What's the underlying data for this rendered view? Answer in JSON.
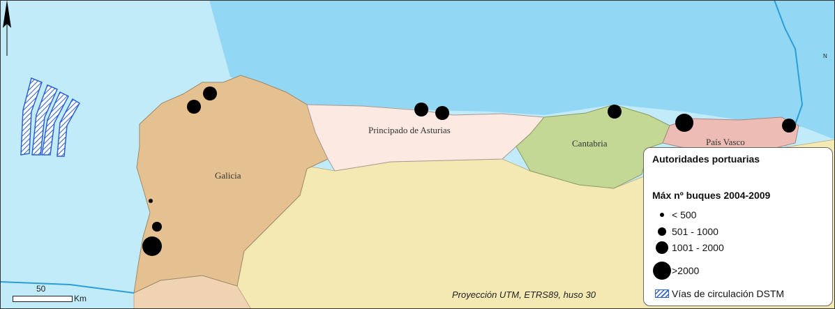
{
  "map": {
    "regions": [
      {
        "id": "galicia",
        "label": "Galicia",
        "color": "#e5c090"
      },
      {
        "id": "asturias",
        "label": "Principado de Asturias",
        "color": "#fbe9e2"
      },
      {
        "id": "cantabria",
        "label": "Cantabria",
        "color": "#c4d896"
      },
      {
        "id": "pais-vasco",
        "label": "País Vasco",
        "color": "#ecbcb5"
      }
    ],
    "colors": {
      "sea": "#c2ebfa",
      "coastal_sea": "#92d7f3",
      "land_other": "#f5e9b3",
      "portugal": "#f0d3b3",
      "boundary_line": "#2a9fd6",
      "dstm_hatch": "#2a5fd6"
    }
  },
  "legend": {
    "title": "Autoridades portuarias",
    "subtitle": "Máx nº buques 2004-2009",
    "items": [
      {
        "label": "< 500"
      },
      {
        "label": "501 - 1000"
      },
      {
        "label": "1001 - 2000"
      },
      {
        "label": ">2000"
      }
    ],
    "dstm_label": "Vías de circulación DSTM"
  },
  "projection": "Proyección UTM, ETRS89, huso 30",
  "scale": {
    "value": "50",
    "unit": "Km"
  },
  "north_label": "N"
}
